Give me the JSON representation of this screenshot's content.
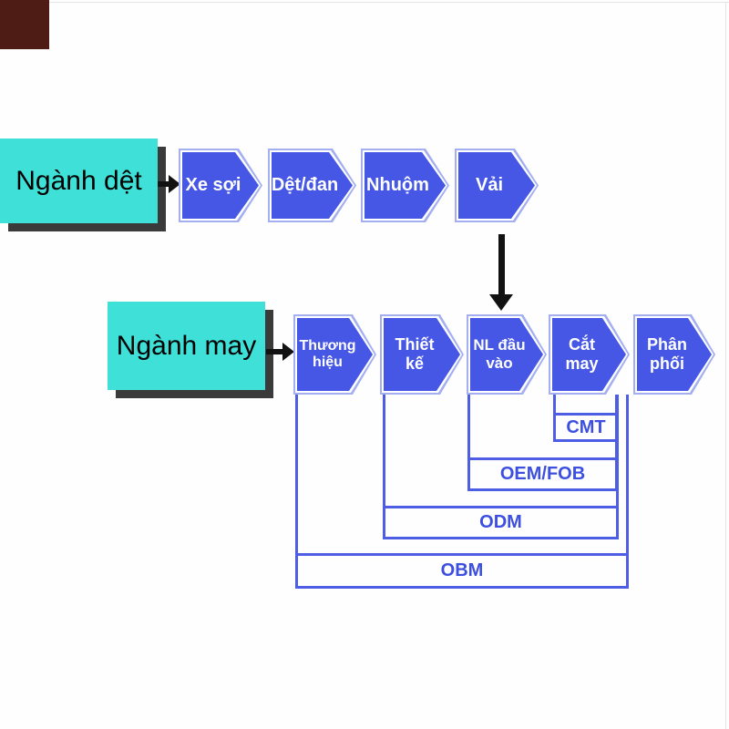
{
  "colors": {
    "chevron_fill": "#4657e5",
    "chevron_outline": "#a3aff0",
    "teal_box": "#3fe0d8",
    "box_shadow": "#3a3a3a",
    "bracket_line": "#4d5ee4",
    "bracket_text": "#3c4fe0",
    "arrow_black": "#121212",
    "corner_square": "#4e1c15"
  },
  "textile": {
    "label": "Ngành dệt",
    "steps": [
      {
        "label": "Xe sợi"
      },
      {
        "label": "Dệt/đan"
      },
      {
        "label": "Nhuộm"
      },
      {
        "label": "Vải"
      }
    ]
  },
  "garment": {
    "label": "Ngành may",
    "steps": [
      {
        "label": "Thương hiệu"
      },
      {
        "label": "Thiết kế"
      },
      {
        "label": "NL đầu vào"
      },
      {
        "label": "Cắt may"
      },
      {
        "label": "Phân phối"
      }
    ]
  },
  "brackets": [
    {
      "label": "CMT"
    },
    {
      "label": "OEM/FOB"
    },
    {
      "label": "ODM"
    },
    {
      "label": "OBM"
    }
  ]
}
